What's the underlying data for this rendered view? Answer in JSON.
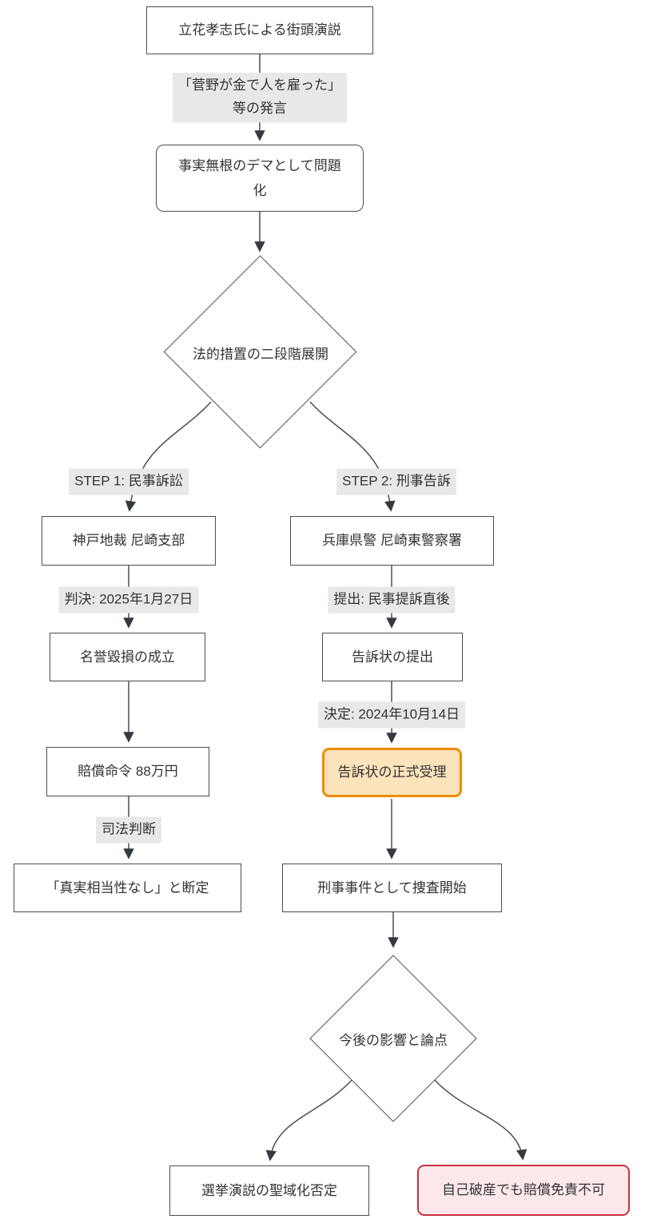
{
  "diagram": {
    "type": "flowchart",
    "direction": "top-down",
    "nodes": {
      "speech": {
        "text": "立花孝志氏による街頭演説",
        "shape": "rect"
      },
      "dema": {
        "text": "事実無根のデマとして問題\n化",
        "shape": "rounded-rect"
      },
      "decision_legal": {
        "text": "法的措置の二段階展開",
        "shape": "diamond"
      },
      "court": {
        "text": "神戸地裁 尼崎支部",
        "shape": "rect"
      },
      "police": {
        "text": "兵庫県警 尼崎東警察署",
        "shape": "rect"
      },
      "defamation": {
        "text": "名誉毀損の成立",
        "shape": "rect"
      },
      "complaint": {
        "text": "告訴状の提出",
        "shape": "rect"
      },
      "compensation": {
        "text": "賠償命令 88万円",
        "shape": "rect"
      },
      "acceptance": {
        "text": "告訴状の正式受理",
        "shape": "rounded-rect",
        "highlight": "orange"
      },
      "ruling": {
        "text": "「真実相当性なし」と断定",
        "shape": "rect"
      },
      "investigation": {
        "text": "刑事事件として捜査開始",
        "shape": "rect"
      },
      "decision_future": {
        "text": "今後の影響と論点",
        "shape": "diamond"
      },
      "sanctity": {
        "text": "選挙演説の聖域化否定",
        "shape": "rect"
      },
      "bankruptcy": {
        "text": "自己破産でも賠償免責不可",
        "shape": "rounded-rect",
        "highlight": "red"
      }
    },
    "edge_labels": {
      "statement": "「菅野が金で人を雇った」\n等の発言",
      "step1": "STEP 1: 民事訴訟",
      "step2": "STEP 2: 刑事告訴",
      "judgment_date": "判決: 2025年1月27日",
      "filed_timing": "提出: 民事提訴直後",
      "decision_date": "決定: 2024年10月14日",
      "judicial": "司法判断"
    },
    "colors": {
      "node_border": "#4d4d4d",
      "node_fill": "#ffffff",
      "edge_line": "#4d4d4d",
      "arrowhead": "#353a42",
      "label_bg": "#e8e8e8",
      "text": "#333333",
      "highlight_orange_border": "#f08c00",
      "highlight_orange_fill": "#fbe3bb",
      "highlight_red_border": "#c9303e",
      "highlight_red_fill": "#fce8ea"
    }
  }
}
